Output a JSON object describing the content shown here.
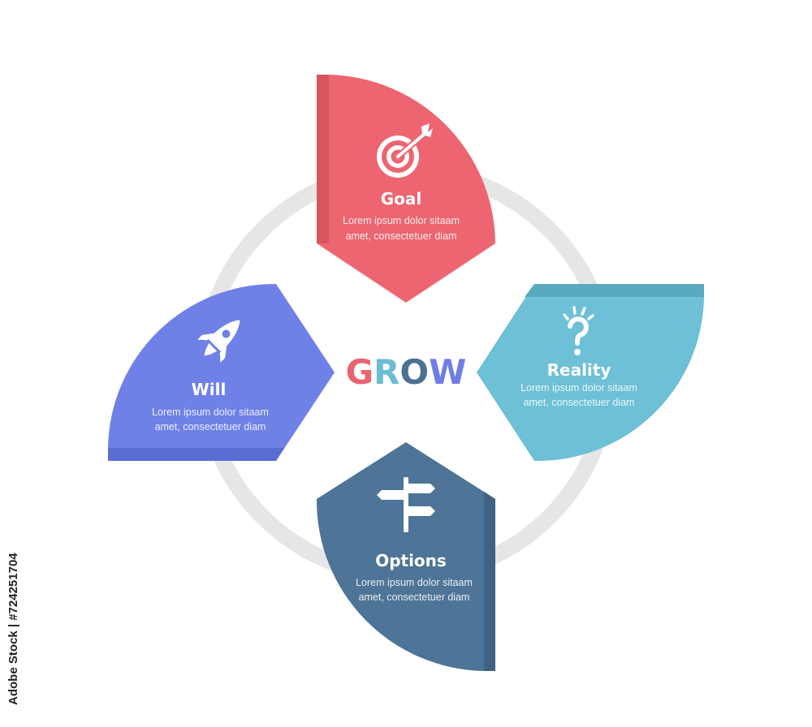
{
  "center_title": {
    "letters": [
      {
        "char": "G",
        "color": "#e8646f"
      },
      {
        "char": "R",
        "color": "#6bbdd2"
      },
      {
        "char": "O",
        "color": "#4d7093"
      },
      {
        "char": "W",
        "color": "#6e7ee6"
      }
    ]
  },
  "segments": {
    "goal": {
      "title": "Goal",
      "line1": "Lorem ipsum dolor sitaam",
      "line2": "amet, consectetuer diam",
      "color": "#ec6570",
      "shade": "#d8545f",
      "icon": "target-icon"
    },
    "reality": {
      "title": "Reality",
      "line1": "Lorem ipsum dolor sitaam",
      "line2": "amet, consectetuer diam",
      "color": "#6dc0d5",
      "shade": "#5aaabf",
      "icon": "question-icon"
    },
    "options": {
      "title": "Options",
      "line1": "Lorem ipsum dolor sitaam",
      "line2": "amet, consectetuer diam",
      "color": "#4e7497",
      "shade": "#3f6182",
      "icon": "signpost-icon"
    },
    "will": {
      "title": "Will",
      "line1": "Lorem ipsum dolor sitaam",
      "line2": "amet, consectetuer diam",
      "color": "#6f80e7",
      "shade": "#5b6cd2",
      "icon": "rocket-icon"
    }
  },
  "ring_color": "#e6e6e6",
  "side_label": "Adobe Stock | #724251704"
}
